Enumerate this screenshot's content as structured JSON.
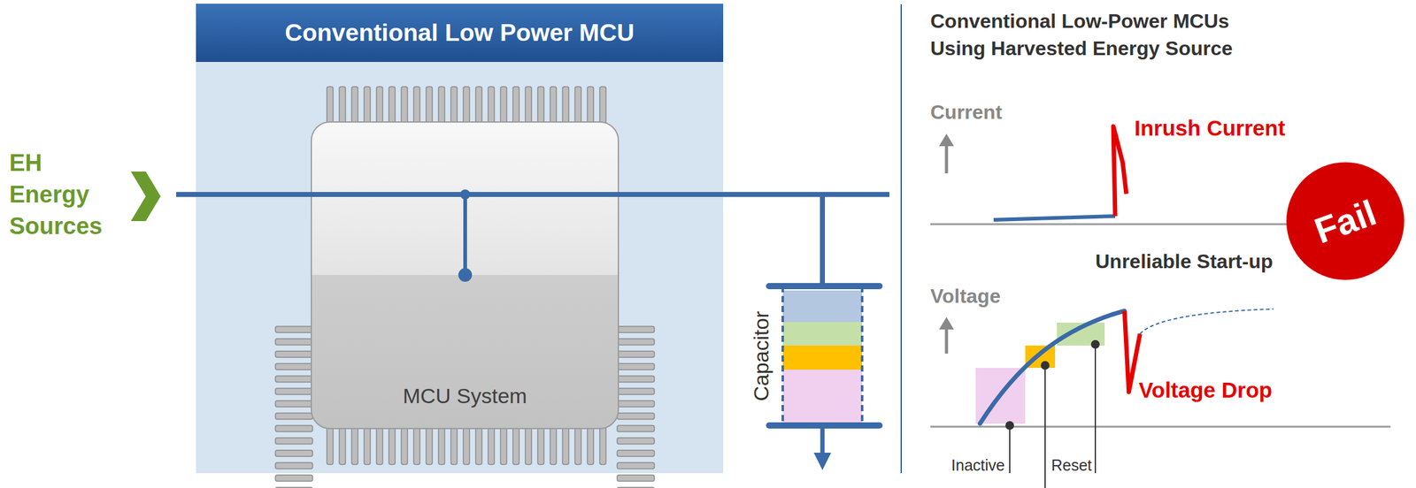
{
  "diagram": {
    "title": "Conventional Low-Power MCUs Using Harvested Energy Source",
    "nodes": [
      {
        "text": [
          "Conventional Low Power MCU"
        ]
      },
      {
        "text": [
          "MCU System"
        ],
        "in": 0
      },
      {
        "text": [
          "Capacitor"
        ]
      },
      {
        "text": [
          "Fail"
        ]
      }
    ],
    "edges": [
      {
        "from": 1,
        "to": 2,
        "arrow": "none"
      }
    ],
    "labels": [
      "EH Energy Sources",
      "Current",
      "Inrush Current",
      "Unreliable Start-up",
      "Voltage",
      "Voltage Drop",
      "Inactive",
      "Reset"
    ]
  }
}
